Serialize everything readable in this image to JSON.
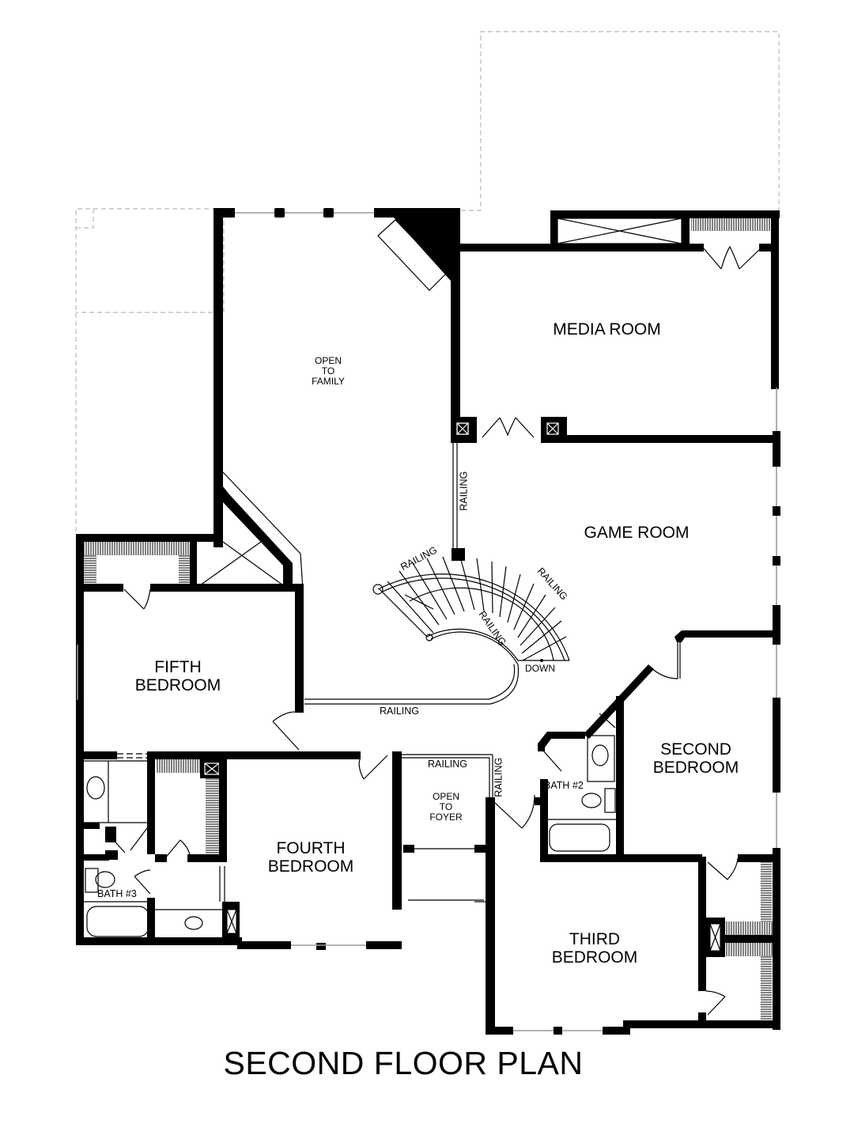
{
  "plan": {
    "title": "SECOND FLOOR PLAN",
    "rooms": {
      "media_room": "MEDIA ROOM",
      "game_room": "GAME ROOM",
      "fifth_bedroom": [
        "FIFTH",
        "BEDROOM"
      ],
      "fourth_bedroom": [
        "FOURTH",
        "BEDROOM"
      ],
      "second_bedroom": [
        "SECOND",
        "BEDROOM"
      ],
      "third_bedroom": [
        "THIRD",
        "BEDROOM"
      ],
      "bath_2": "BATH #2",
      "bath_3": "BATH #3"
    },
    "open_areas": {
      "open_to_family": [
        "OPEN",
        "TO",
        "FAMILY"
      ],
      "open_to_foyer": [
        "OPEN",
        "TO",
        "FOYER"
      ]
    },
    "annotations": {
      "railing": "RAILING",
      "down": "DOWN"
    },
    "colors": {
      "wall": "#000000",
      "glass": "#9a9a9a",
      "dashed_outline": "#b8b8b8",
      "background": "#ffffff"
    }
  }
}
